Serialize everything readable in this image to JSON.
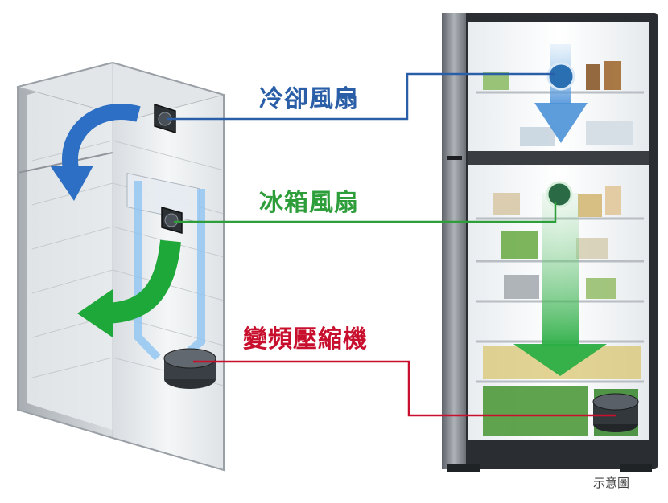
{
  "labels": {
    "cooling_fan": "冷卻風扇",
    "fridge_fan": "冰箱風扇",
    "compressor": "變頻壓縮機"
  },
  "caption": "示意圖",
  "colors": {
    "cooling_fan": "#2a5fa8",
    "fridge_fan": "#2e9e3a",
    "compressor": "#c8102e",
    "blue_arrow": "#2d6fc4",
    "green_arrow": "#1fa83a"
  }
}
